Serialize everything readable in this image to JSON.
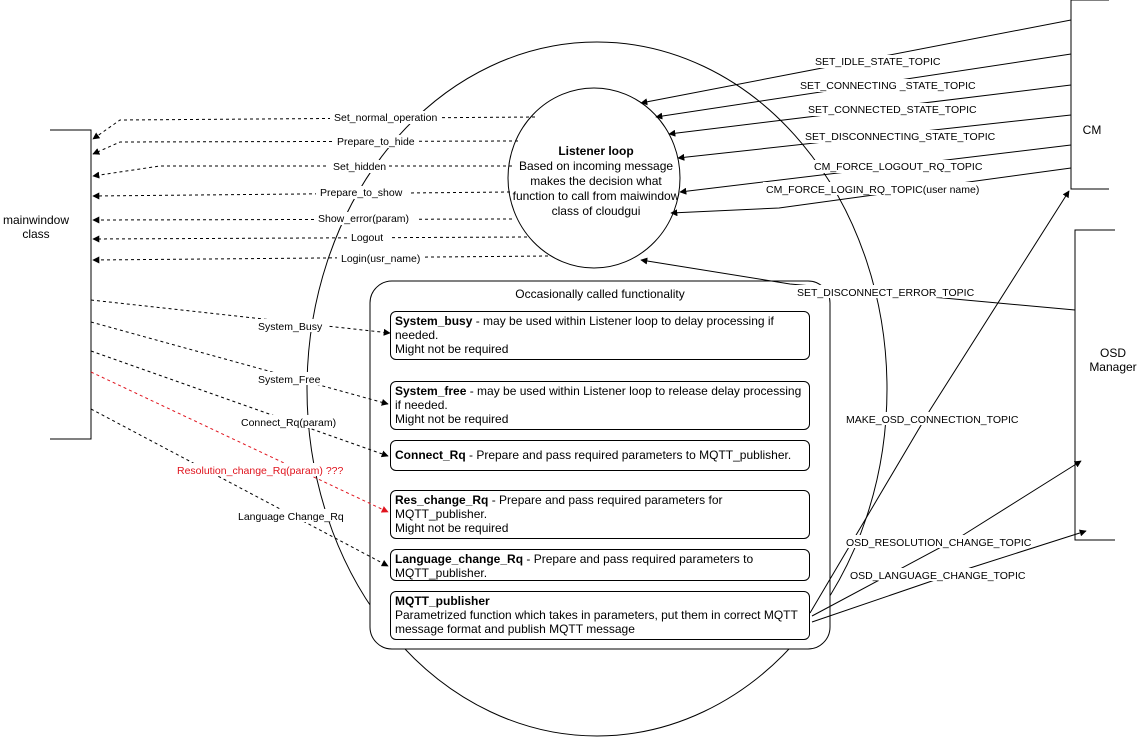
{
  "mainwindow": {
    "label_line1": "mainwindow",
    "label_line2": "class"
  },
  "cm": {
    "label": "CM"
  },
  "osd": {
    "label_line1": "OSD",
    "label_line2": "Manager"
  },
  "listener": {
    "title": "Listener loop",
    "description": "Based on incoming message makes the decision what function to call from maiwindow class of cloudgui"
  },
  "occasional": {
    "title": "Occasionally called functionality"
  },
  "left_arrows": [
    "Set_normal_operation",
    "Prepare_to_hide",
    "Set_hidden",
    "Prepare_to_show",
    "Show_error(param)",
    "Logout",
    "Login(usr_name)"
  ],
  "calls": [
    "System_Busy",
    "System_Free",
    "Connect_Rq(param)",
    "Resolution_change_Rq(param) ???",
    "Language Change_Rq"
  ],
  "topics_in": [
    "SET_IDLE_STATE_TOPIC",
    "SET_CONNECTING _STATE_TOPIC",
    "SET_CONNECTED_STATE_TOPIC",
    "SET_DISCONNECTING_STATE_TOPIC",
    "CM_FORCE_LOGOUT_RQ_TOPIC",
    "CM_FORCE_LOGIN_RQ_TOPIC(user name)",
    "SET_DISCONNECT_ERROR_TOPIC"
  ],
  "topics_out": [
    "MAKE_OSD_CONNECTION_TOPIC",
    "OSD_RESOLUTION_CHANGE_TOPIC",
    "OSD_LANGUAGE_CHANGE_TOPIC"
  ],
  "functions": [
    {
      "name": "System_busy",
      "desc": " - may be used within Listener loop to delay processing if needed.",
      "note": "Might not be required"
    },
    {
      "name": "System_free",
      "desc": " - may be used within Listener loop to release delay processing if needed.",
      "note": "Might not be required"
    },
    {
      "name": "Connect_Rq",
      "desc": " - Prepare and pass required parameters to MQTT_publisher.",
      "note": ""
    },
    {
      "name": "Res_change_Rq",
      "desc": " - Prepare and pass required parameters for MQTT_publisher.",
      "note": "Might not be required"
    },
    {
      "name": "Language_change_Rq",
      "desc": " - Prepare and pass required parameters to MQTT_publisher.",
      "note": ""
    },
    {
      "name": "MQTT_publisher",
      "desc": "Parametrized function which takes in parameters, put them in correct MQTT message format and publish MQTT message",
      "note": ""
    }
  ],
  "colors": {
    "line": "#000000",
    "highlight": "#e0141e",
    "background": "#ffffff"
  }
}
